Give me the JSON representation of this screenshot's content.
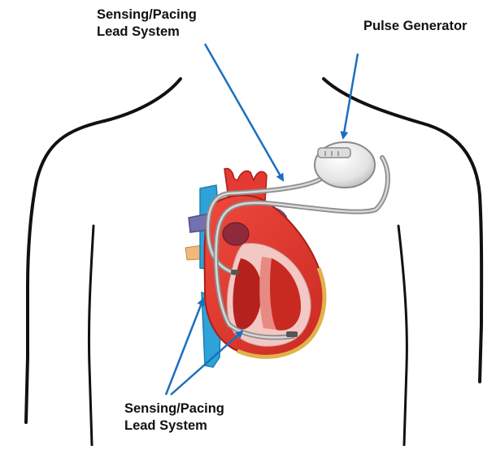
{
  "labels": {
    "lead_top": {
      "line1": "Sensing/Pacing",
      "line2": "Lead System"
    },
    "pulse_generator": "Pulse Generator",
    "lead_bottom": {
      "line1": "Sensing/Pacing",
      "line2": "Lead System"
    }
  },
  "colors": {
    "arrow": "#1a6fc0",
    "body_outline": "#111111",
    "heart_red": "#e53a31",
    "heart_dark": "#b5221d",
    "heart_wall_pink": "#f3c7c3",
    "pericardium_gold": "#e0b24a",
    "vena_cava_blue": "#2fa3d9",
    "pulmonary_purple": "#7272b0",
    "lead_wire": "#a9a9a9",
    "device": "#e9e9e9",
    "fat_tan": "#f2b77a"
  }
}
